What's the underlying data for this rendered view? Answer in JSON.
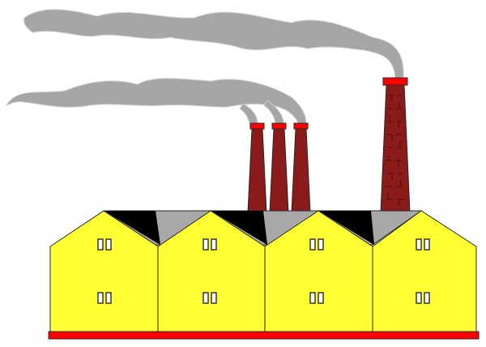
{
  "illustration": {
    "subject": "factory",
    "building_count": 4,
    "large_chimney_count": 1,
    "small_chimney_count": 3,
    "colors": {
      "wall": "#ffff33",
      "roof": "#a8a8a8",
      "roof_shadow": "#000000",
      "outline": "#2a2a2a",
      "chimney": "#8b1a1a",
      "chimney_cap": "#ff0000",
      "base": "#ff0000",
      "smoke": "#a6a6a6",
      "window": "#ffffff"
    }
  }
}
